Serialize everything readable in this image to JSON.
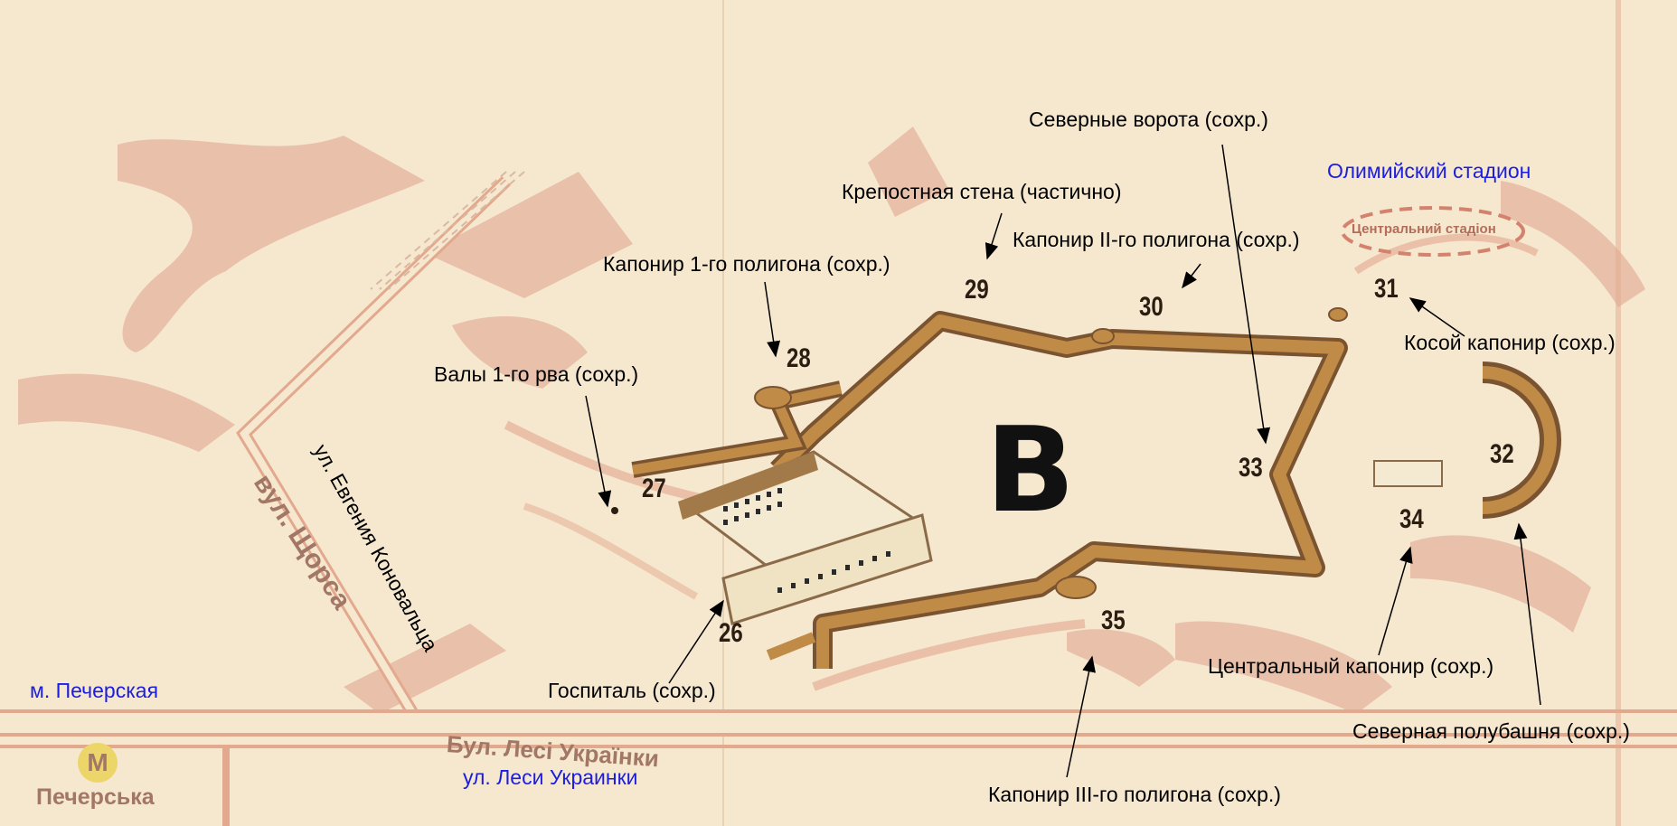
{
  "zone_letter": "B",
  "labels": {
    "north_gate": "Северные ворота (сохр.)",
    "fortress_wall": "Крепостная стена (частично)",
    "stadium": "Олимийский стадион",
    "caponier_ii": "Капонир II-го полигона (сохр.)",
    "caponier_1": "Капонир 1-го полигона (сохр.)",
    "oblique_caponier": "Косой капонир (сохр.)",
    "ramparts": "Валы 1-го рва (сохр.)",
    "street_konovaltsa": "ул. Евгения Коновальца",
    "metro_station": "м. Печерская",
    "hospital": "Госпиталь (сохр.)",
    "street_lesi": "ул. Леси Украинки",
    "central_caponier": "Центральный капонир (сохр.)",
    "north_half_tower": "Северная полубашня (сохр.)",
    "caponier_iii": "Капонир III-го полигона (сохр.)"
  },
  "printed_map": {
    "street_shorsa": "вул. Щорса",
    "street_lesi_ua": "Бул. Лесі Українки",
    "metro_ua": "Печерська",
    "metro_letter": "М",
    "stadium_ua": "Центральний стадіон"
  },
  "site_numbers": [
    "26",
    "27",
    "28",
    "29",
    "30",
    "31",
    "32",
    "33",
    "34",
    "35"
  ],
  "colors": {
    "paper": "#f6e7cf",
    "road": "#e2a98e",
    "wall": "#c08a47",
    "label_blue": "#1b1ee0"
  }
}
